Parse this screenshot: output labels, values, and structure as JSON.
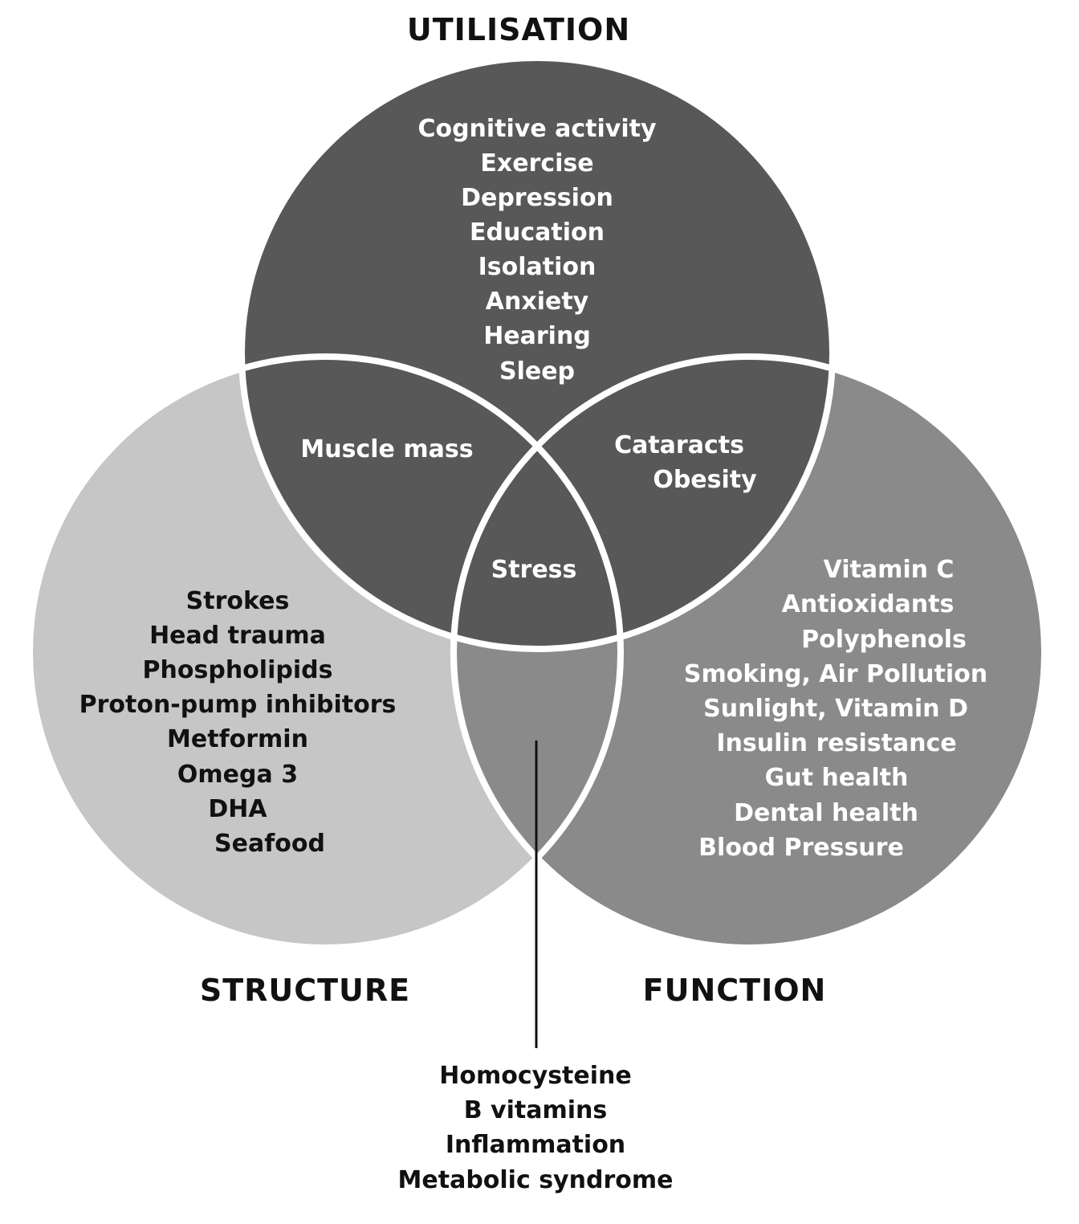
{
  "colors": {
    "background": "#ffffff",
    "utilisation_fill": "#585858",
    "structure_fill": "#c6c6c6",
    "function_fill": "#8a8a8a",
    "outline": "#ffffff",
    "light_text": "#ffffff",
    "dark_text": "#111111"
  },
  "titles": {
    "utilisation": "UTILISATION",
    "structure": "STRUCTURE",
    "function": "FUNCTION"
  },
  "utilisation_items": [
    "Cognitive activity",
    "Exercise",
    "Depression",
    "Education",
    "Isolation",
    "Anxiety",
    "Hearing",
    "Sleep"
  ],
  "utilisation_structure_items": [
    "Muscle mass"
  ],
  "utilisation_function_items": [
    "Cataracts",
    "Obesity"
  ],
  "center_items": [
    "Stress"
  ],
  "structure_items": [
    "Strokes",
    "Head trauma",
    "Phospholipids",
    "Proton-pump inhibitors",
    "Metformin",
    "Omega 3",
    "DHA",
    "Seafood"
  ],
  "function_items": [
    "Vitamin C",
    "Antioxidants",
    "Polyphenols",
    "Smoking, Air Pollution",
    "Sunlight, Vitamin D",
    "Insulin resistance",
    "Gut health",
    "Dental health",
    "Blood Pressure"
  ],
  "structure_function_items": [
    "Homocysteine",
    "B vitamins",
    "Inflammation",
    "Metabolic syndrome"
  ]
}
